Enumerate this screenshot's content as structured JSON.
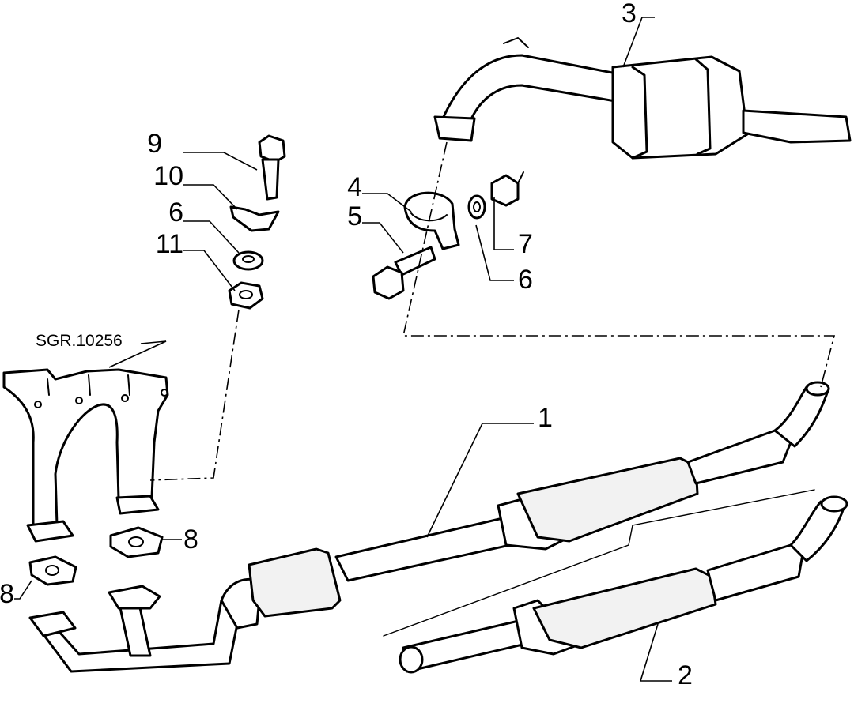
{
  "diagram": {
    "reference_code": "SGR.10256",
    "callouts": {
      "c1": "1",
      "c2": "2",
      "c3": "3",
      "c4": "4",
      "c5": "5",
      "c6a": "6",
      "c6b": "6",
      "c7": "7",
      "c8a": "8",
      "c8b": "8",
      "c9": "9",
      "c10": "10",
      "c11": "11"
    }
  }
}
